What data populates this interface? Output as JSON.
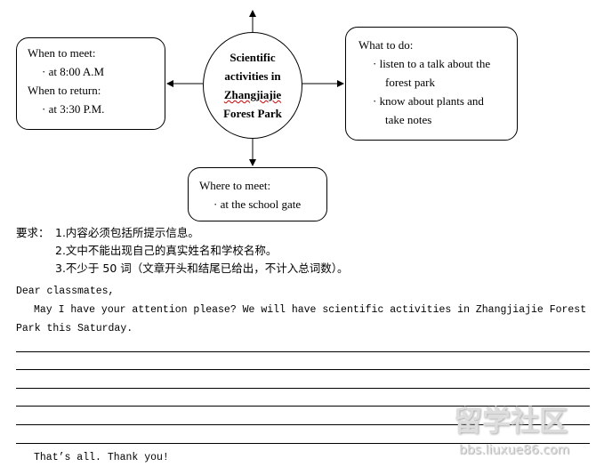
{
  "diagram": {
    "center": [
      "Scientific",
      "activities in",
      "Zhangjiajie",
      "Forest Park"
    ],
    "left": {
      "title1": "When to meet:",
      "item1": "· at 8:00 A.M",
      "title2": "When to return:",
      "item2": "· at 3:30 P.M."
    },
    "right": {
      "title": "What to do:",
      "items": [
        "· listen to a talk about the",
        "forest park",
        "· know about plants and",
        "take notes"
      ]
    },
    "bottom": {
      "title": "Where to meet:",
      "item": "· at the school gate"
    }
  },
  "requirements": {
    "label": "要求：",
    "items": [
      "1.内容必须包括所提示信息。",
      "2.文中不能出现自己的真实姓名和学校名称。",
      "3.不少于 50 词（文章开头和结尾已给出，不计入总词数）。"
    ]
  },
  "letter": {
    "greeting": "Dear classmates,",
    "line1": "May I have your attention please? We will have scientific activities in Zhangjiajie Forest",
    "line2": "Park this Saturday.",
    "closing": "That’s all. Thank you!"
  },
  "watermark": {
    "text": "留学社区",
    "url": "bbs.liuxue86.com"
  }
}
